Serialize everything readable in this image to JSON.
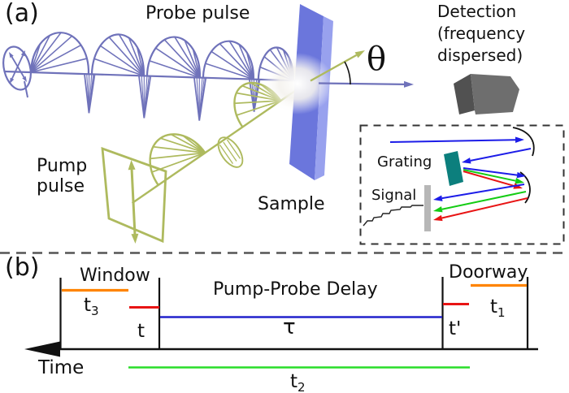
{
  "panel_a": {
    "label": "(a)",
    "probe_pulse_label": "Probe pulse",
    "pump_pulse_line1": "Pump",
    "pump_pulse_line2": "pulse",
    "sample_label": "Sample",
    "theta_symbol": "θ",
    "detection_lines": [
      "Detection",
      "(frequency",
      "dispersed)"
    ],
    "inset": {
      "grating_label": "Grating",
      "signal_label": "Signal"
    }
  },
  "panel_b": {
    "label": "(b)",
    "window_label": "Window",
    "doorway_label": "Doorway",
    "delay_label": "Pump-Probe Delay",
    "tau_symbol": "τ",
    "time_label": "Time",
    "t3": {
      "base": "t",
      "sub": "3"
    },
    "t": "t",
    "t_prime": "t'",
    "t1": {
      "base": "t",
      "sub": "1"
    },
    "t2": {
      "base": "t",
      "sub": "2"
    }
  },
  "colors": {
    "probe": "#6f72ba",
    "pump": "#aeba5e",
    "sample_front": "#6b76dc",
    "sample_side": "#98a1ee",
    "detector": "#6e6e6e",
    "detector_dark": "#515151",
    "grating_teal": "#0c7f7d",
    "signal_bar": "#b7b7b7",
    "beam_blue": "#1c1ce8",
    "beam_green": "#14cc14",
    "beam_red": "#e81414",
    "timeline_orange": "#ff8400",
    "timeline_red": "#e81414",
    "timeline_blue": "#2222cc",
    "timeline_green": "#28dd28",
    "ink": "#111111"
  }
}
